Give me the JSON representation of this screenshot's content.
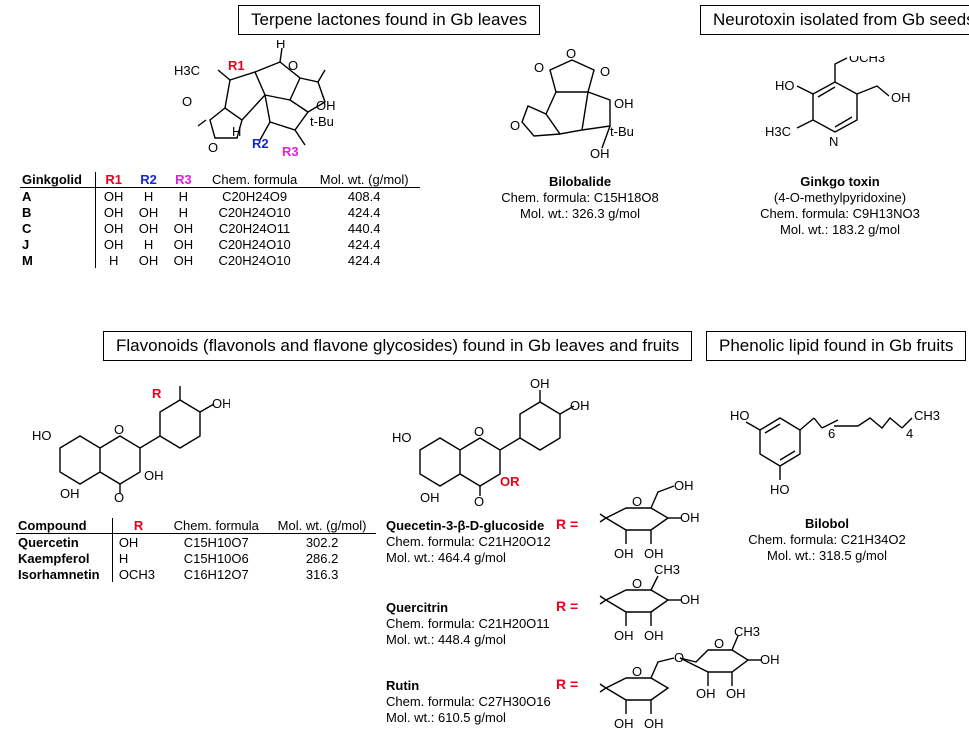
{
  "sections": {
    "terpene_title": "Terpene lactones found in Gb leaves",
    "neurotoxin_title": "Neurotoxin isolated from Gb seeds",
    "flavonoid_title": "Flavonoids (flavonols and flavone glycosides) found in Gb leaves and fruits",
    "phenolic_title": "Phenolic lipid found in Gb fruits"
  },
  "ginkgolide_table": {
    "headers": [
      "Ginkgolid",
      "R1",
      "R2",
      "R3",
      "Chem. formula",
      "Mol. wt. (g/mol)"
    ],
    "rows": [
      {
        "name": "A",
        "r1": "OH",
        "r2": "H",
        "r3": "H",
        "formula": "C20H24O9",
        "mw": "408.4"
      },
      {
        "name": "B",
        "r1": "OH",
        "r2": "OH",
        "r3": "H",
        "formula": "C20H24O10",
        "mw": "424.4"
      },
      {
        "name": "C",
        "r1": "OH",
        "r2": "OH",
        "r3": "OH",
        "formula": "C20H24O11",
        "mw": "440.4"
      },
      {
        "name": "J",
        "r1": "OH",
        "r2": "H",
        "r3": "OH",
        "formula": "C20H24O10",
        "mw": "424.4"
      },
      {
        "name": "M",
        "r1": "H",
        "r2": "OH",
        "r3": "OH",
        "formula": "C20H24O10",
        "mw": "424.4"
      }
    ]
  },
  "bilobalide": {
    "name": "Bilobalide",
    "formula": "Chem. formula: C15H18O8",
    "mw": "Mol. wt.: 326.3 g/mol"
  },
  "ginkgotoxin": {
    "name": "Ginkgo toxin",
    "alt": "(4-O-methylpyridoxine)",
    "formula": "Chem. formula: C9H13NO3",
    "mw": "Mol. wt.: 183.2 g/mol"
  },
  "flavonol_table": {
    "headers": [
      "Compound",
      "R",
      "Chem. formula",
      "Mol. wt. (g/mol)"
    ],
    "rows": [
      {
        "name": "Quercetin",
        "r": "OH",
        "formula": "C15H10O7",
        "mw": "302.2"
      },
      {
        "name": "Kaempferol",
        "r": "H",
        "formula": "C15H10O6",
        "mw": "286.2"
      },
      {
        "name": "Isorhamnetin",
        "r": "OCH3",
        "formula": "C16H12O7",
        "mw": "316.3"
      }
    ]
  },
  "glycosides": [
    {
      "name": "Quecetin-3-β-D-glucoside",
      "formula": "Chem. formula: C21H20O12",
      "mw": "Mol. wt.: 464.4 g/mol"
    },
    {
      "name": "Quercitrin",
      "formula": "Chem. formula: C21H20O11",
      "mw": "Mol. wt.: 448.4 g/mol"
    },
    {
      "name": "Rutin",
      "formula": "Chem. formula: C27H30O16",
      "mw": "Mol. wt.: 610.5 g/mol"
    }
  ],
  "r_equals": "R =",
  "bilobol": {
    "name": "Bilobol",
    "formula": "Chem. formula: C21H34O2",
    "mw": "Mol. wt.: 318.5 g/mol"
  },
  "atom_labels": {
    "oh": "OH",
    "ho": "HO",
    "o": "O",
    "h": "H",
    "n": "N",
    "r": "R",
    "or": "OR",
    "och3": "OCH3",
    "ch3": "CH3",
    "h3c": "H3C",
    "tbu": "t-Bu",
    "r1": "R1",
    "r2": "R2",
    "r3": "R3",
    "six": "6",
    "four": "4"
  },
  "colors": {
    "red": "#e8001c",
    "blue": "#1428c8",
    "magenta": "#e020e0"
  }
}
